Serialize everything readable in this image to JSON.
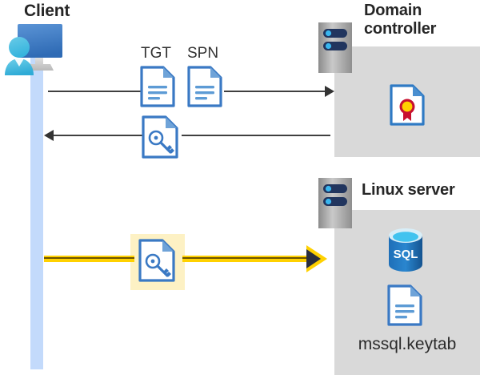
{
  "diagram": {
    "title": "Kerberos authentication flow between Client, Domain controller and Linux server",
    "colors": {
      "panel_gray": "#d9d9d9",
      "lifeline_blue": "#c3dafb",
      "highlight_yellow": "#fdf1c4",
      "arrow_yellow": "#ffd100",
      "arrow_dark": "#333333",
      "doc_blue": "#3a79c4",
      "sql_blue": "#1c6bb0",
      "cert_red": "#c8102e",
      "cert_gold": "#ffd000",
      "server_gray": "#9a9a9a",
      "server_led_navy": "#21355e",
      "text_dark": "#262626"
    }
  },
  "client": {
    "label": "Client",
    "icon": "user-with-monitor-icon",
    "lifeline": "client-lifeline"
  },
  "domain_controller": {
    "label": "Domain controller",
    "icon": "server-rack-icon",
    "contents": [
      {
        "name": "certificate-document-icon",
        "label": ""
      }
    ]
  },
  "linux_server": {
    "label": "Linux server",
    "icon": "server-rack-icon",
    "contents": [
      {
        "name": "sql-database-icon",
        "label": "SQL"
      },
      {
        "name": "keytab-document-icon",
        "label": "mssql.keytab"
      }
    ]
  },
  "flows": [
    {
      "id": "request",
      "direction": "client-to-domain-controller",
      "style": "thin-dark-arrow",
      "documents": [
        {
          "label": "TGT",
          "icon": "text-document-icon"
        },
        {
          "label": "SPN",
          "icon": "text-document-icon"
        }
      ]
    },
    {
      "id": "response",
      "direction": "domain-controller-to-client",
      "style": "thin-dark-arrow",
      "documents": [
        {
          "label": "",
          "icon": "key-document-icon"
        }
      ]
    },
    {
      "id": "service-ticket",
      "direction": "client-to-linux-server",
      "style": "thick-yellow-arrow",
      "highlighted": true,
      "documents": [
        {
          "label": "",
          "icon": "key-document-icon"
        }
      ]
    }
  ],
  "labels": {
    "tgt": "TGT",
    "spn": "SPN",
    "keytab_file": "mssql.keytab",
    "sql_text": "SQL"
  }
}
